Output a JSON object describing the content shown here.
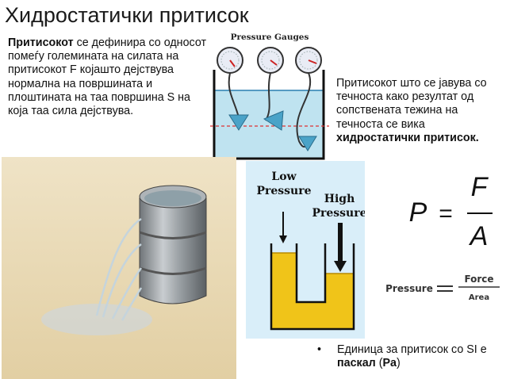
{
  "title": "Хидростатички притисок",
  "definition": {
    "bold": "Притисокот",
    "text": " се дефинира со односот помеѓу големината на силата на притисокот F којашто дејствува нормална на површината и плоштината на таа површина S на која таа сила дејствува."
  },
  "hydrostatic": {
    "text": "Притисокот што се јавува со течноста како резултат од сопствената тежина на течноста се вика ",
    "bold": "хидростатички притисок."
  },
  "gauges_figure": {
    "label": "Pressure  Gauges"
  },
  "utube_figure": {
    "low_line1": "Low",
    "low_line2": "Pressure",
    "high_line1": "High",
    "high_line2": "Pressure"
  },
  "formula": {
    "p": "P",
    "eq": "=",
    "f": "F",
    "a": "A"
  },
  "word_formula": {
    "pressure": "Pressure",
    "force": "Force",
    "area": "Area"
  },
  "unit_note": {
    "bullet": "•",
    "text": "Единица за притисок со SI е ",
    "bold": "паскал",
    "open": " (",
    "unit": "Pa",
    "close": ")"
  },
  "colors": {
    "water": "#bfe3f0",
    "liquid": "#f0c419",
    "utube_bg": "#d9eef9",
    "gauge_stroke": "#333333",
    "cone": "#4aa3c8"
  },
  "icons": [
    "pressure-gauge-icon",
    "water-barrel-icon",
    "u-tube-icon"
  ]
}
